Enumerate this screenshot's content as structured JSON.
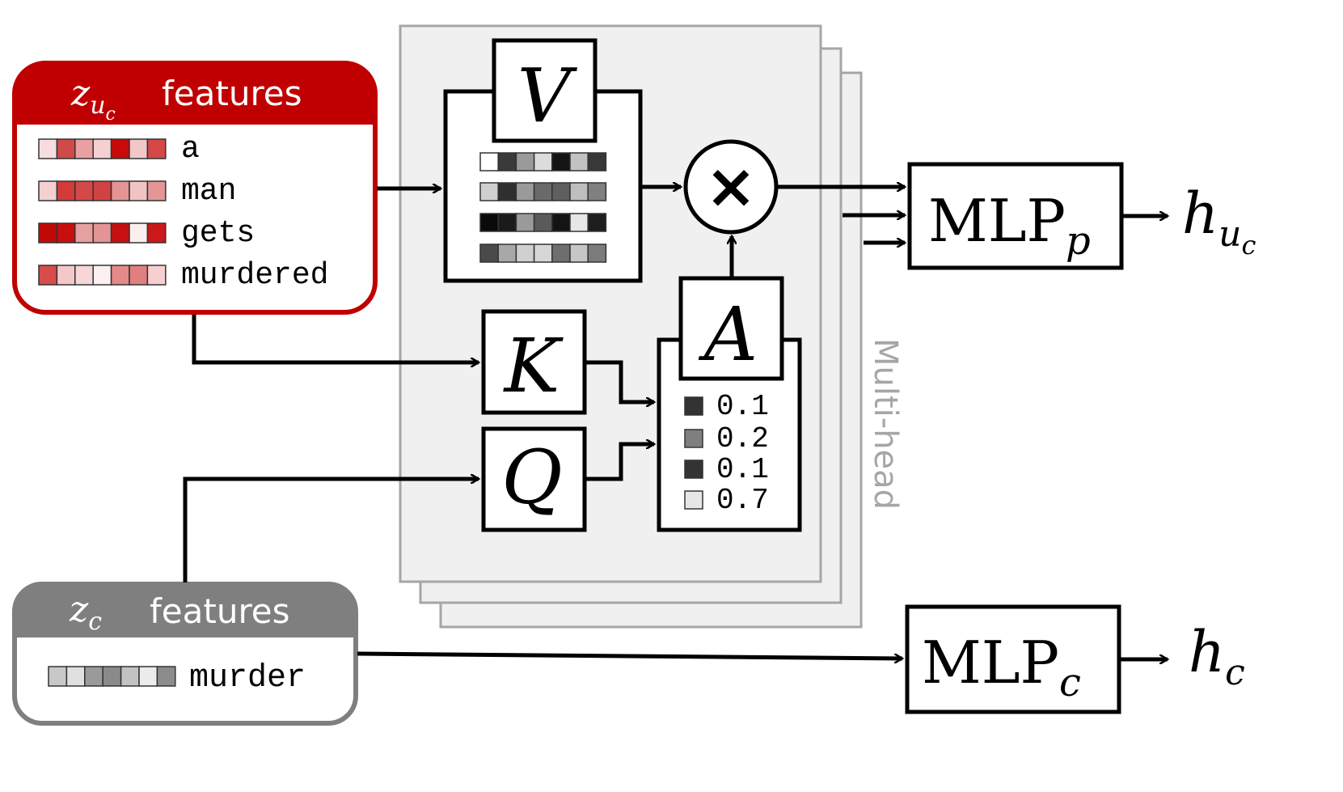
{
  "colors": {
    "accent_red": "#c00000",
    "context_gray": "#7f7f7f",
    "panel_fill": "#f0f0f0",
    "panel_stroke": "#a6a6a6",
    "multihead_text": "#a6a6a6"
  },
  "zuc_box": {
    "symbol_base": "z",
    "symbol_sub_base": "u",
    "symbol_sub_sub": "c",
    "label": "features",
    "rows": [
      {
        "word": "a",
        "cells": [
          "#f6dede",
          "#d04a4a",
          "#e8a0a0",
          "#f4d0d0",
          "#c80a0a",
          "#f0c8c8",
          "#d44848"
        ]
      },
      {
        "word": "man",
        "cells": [
          "#f4d0d0",
          "#d33a3a",
          "#d44848",
          "#d24242",
          "#e49494",
          "#f1c4c4",
          "#e49696"
        ]
      },
      {
        "word": "gets",
        "cells": [
          "#c30808",
          "#c90e0e",
          "#e7a0a0",
          "#e49494",
          "#c81010",
          "#fbeeee",
          "#cc1818"
        ]
      },
      {
        "word": "murdered",
        "cells": [
          "#d84c4c",
          "#f2c8c8",
          "#f6d6d6",
          "#fcf0f0",
          "#e48a8a",
          "#e17f7f",
          "#f6d0d0"
        ]
      }
    ]
  },
  "zc_box": {
    "symbol_base": "z",
    "symbol_sub": "c",
    "label": "features",
    "rows": [
      {
        "word": "murder",
        "cells": [
          "#c8c8c8",
          "#e0e0e0",
          "#9a9a9a",
          "#8a8a8a",
          "#c2c2c2",
          "#ececec",
          "#8c8c8c"
        ]
      }
    ]
  },
  "value_block": {
    "label": "V",
    "rows": [
      [
        "#ffffff",
        "#3a3a3a",
        "#9a9a9a",
        "#dcdcdc",
        "#141414",
        "#c2c2c2",
        "#383838"
      ],
      [
        "#cfcfcf",
        "#2f2f2f",
        "#9a9a9a",
        "#6a6a6a",
        "#5f5f5f",
        "#bebebe",
        "#808080"
      ],
      [
        "#0a0a0a",
        "#1a1a1a",
        "#9a9a9a",
        "#5a5a5a",
        "#141414",
        "#e6e6e6",
        "#1e1e1e"
      ],
      [
        "#4a4a4a",
        "#a8a8a8",
        "#d0d0d0",
        "#d6d6d6",
        "#6e6e6e",
        "#c6c6c6",
        "#7c7c7c"
      ]
    ]
  },
  "key_label": "K",
  "query_label": "Q",
  "attention": {
    "label": "A",
    "weights": [
      {
        "value": "0.1",
        "color": "#333333"
      },
      {
        "value": "0.2",
        "color": "#7f7f7f"
      },
      {
        "value": "0.1",
        "color": "#333333"
      },
      {
        "value": "0.7",
        "color": "#e6e6e6"
      }
    ]
  },
  "multiply_symbol": "×",
  "multihead_label": "Multi-head",
  "mlp_p": {
    "base": "MLP",
    "sub": "p"
  },
  "mlp_c": {
    "base": "MLP",
    "sub": "c"
  },
  "output_uc": {
    "base": "h",
    "sub_base": "u",
    "sub_sub": "c"
  },
  "output_c": {
    "base": "h",
    "sub": "c"
  }
}
